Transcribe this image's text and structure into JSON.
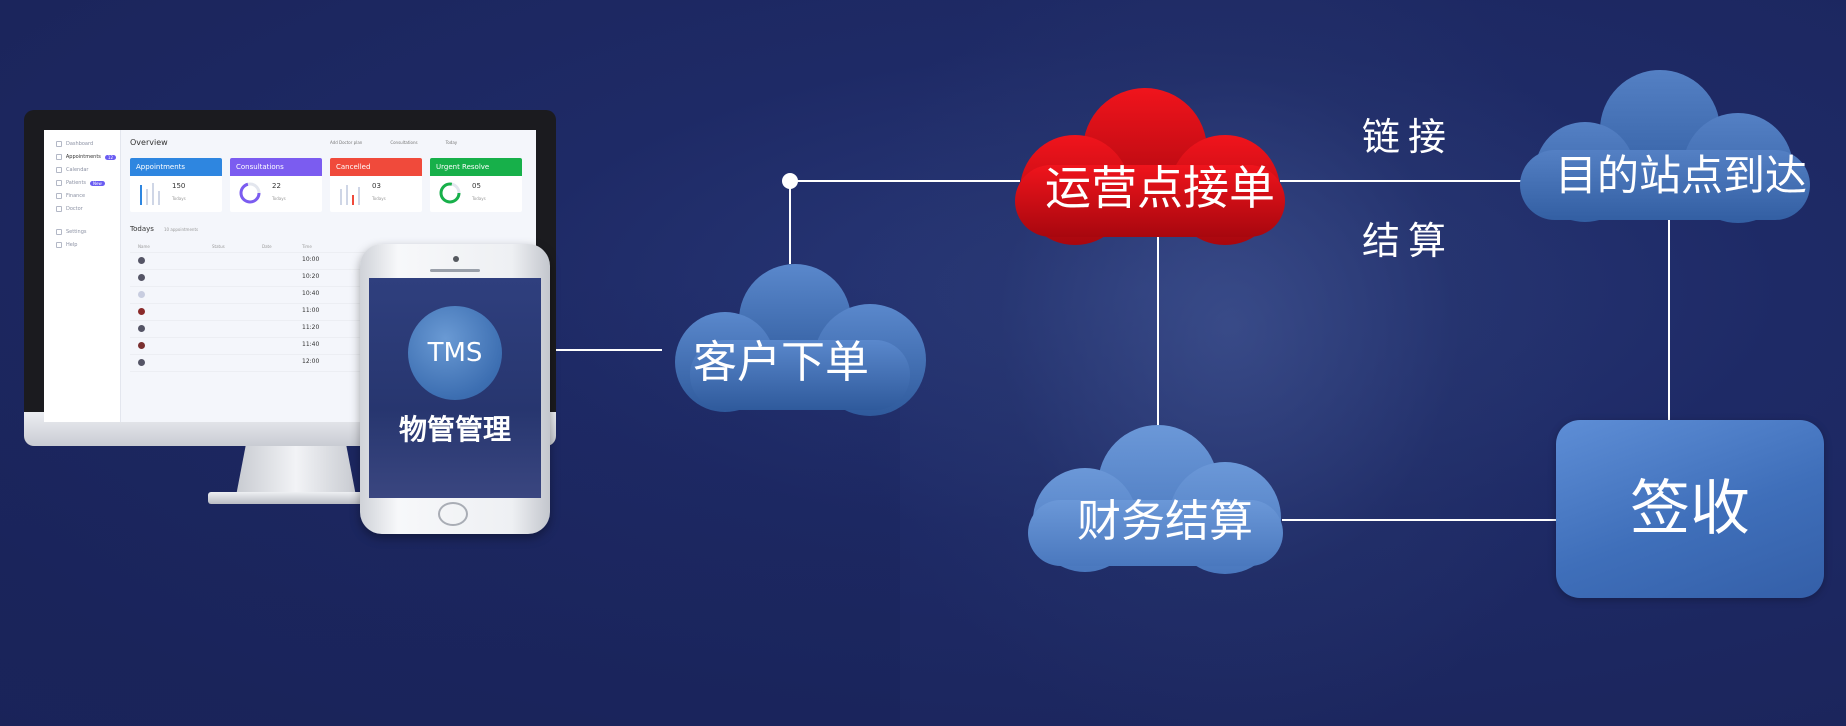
{
  "colors": {
    "background": "#1e2a66",
    "cloud_blue": "#3f6cb0",
    "cloud_red": "#d0101a",
    "line": "#ffffff"
  },
  "dashboard": {
    "sidebar": [
      "Dashboard",
      "Appointments",
      "Calendar",
      "Patients",
      "Finance",
      "Doctor",
      "Settings",
      "Help"
    ],
    "appointments_badge": "12",
    "patients_badge": "New",
    "overview_title": "Overview",
    "toolbar": [
      "Add Doctor plan",
      "Consultations",
      "Today"
    ],
    "cards": [
      {
        "title": "Appointments",
        "value": "150",
        "sub": "Todays",
        "color": "#2e86e0"
      },
      {
        "title": "Consultations",
        "value": "22",
        "sub": "Todays",
        "color": "#7b5cf0"
      },
      {
        "title": "Cancelled",
        "value": "03",
        "sub": "Todays",
        "color": "#f04a3b"
      },
      {
        "title": "Urgent Resolve",
        "value": "05",
        "sub": "Todays",
        "color": "#17b04a"
      }
    ],
    "todays_title": "Todays",
    "todays_sub": "10 appointments",
    "table_headers": [
      "Name",
      "Status",
      "Date",
      "Time"
    ],
    "rows": [
      {
        "time": "10:00"
      },
      {
        "time": "10:20"
      },
      {
        "time": "10:40"
      },
      {
        "time": "11:00"
      },
      {
        "time": "11:20"
      },
      {
        "time": "11:40"
      },
      {
        "time": "12:00"
      }
    ]
  },
  "phone": {
    "badge": "TMS",
    "title": "物管管理"
  },
  "nodes": {
    "customer_order": "客户下单",
    "station_accept": "运营点接单",
    "destination_arrive": "目的站点到达",
    "sign_receipt": "签收",
    "finance_settle": "财务结算"
  },
  "edge_labels": {
    "link": "链接",
    "settle": "结算"
  }
}
